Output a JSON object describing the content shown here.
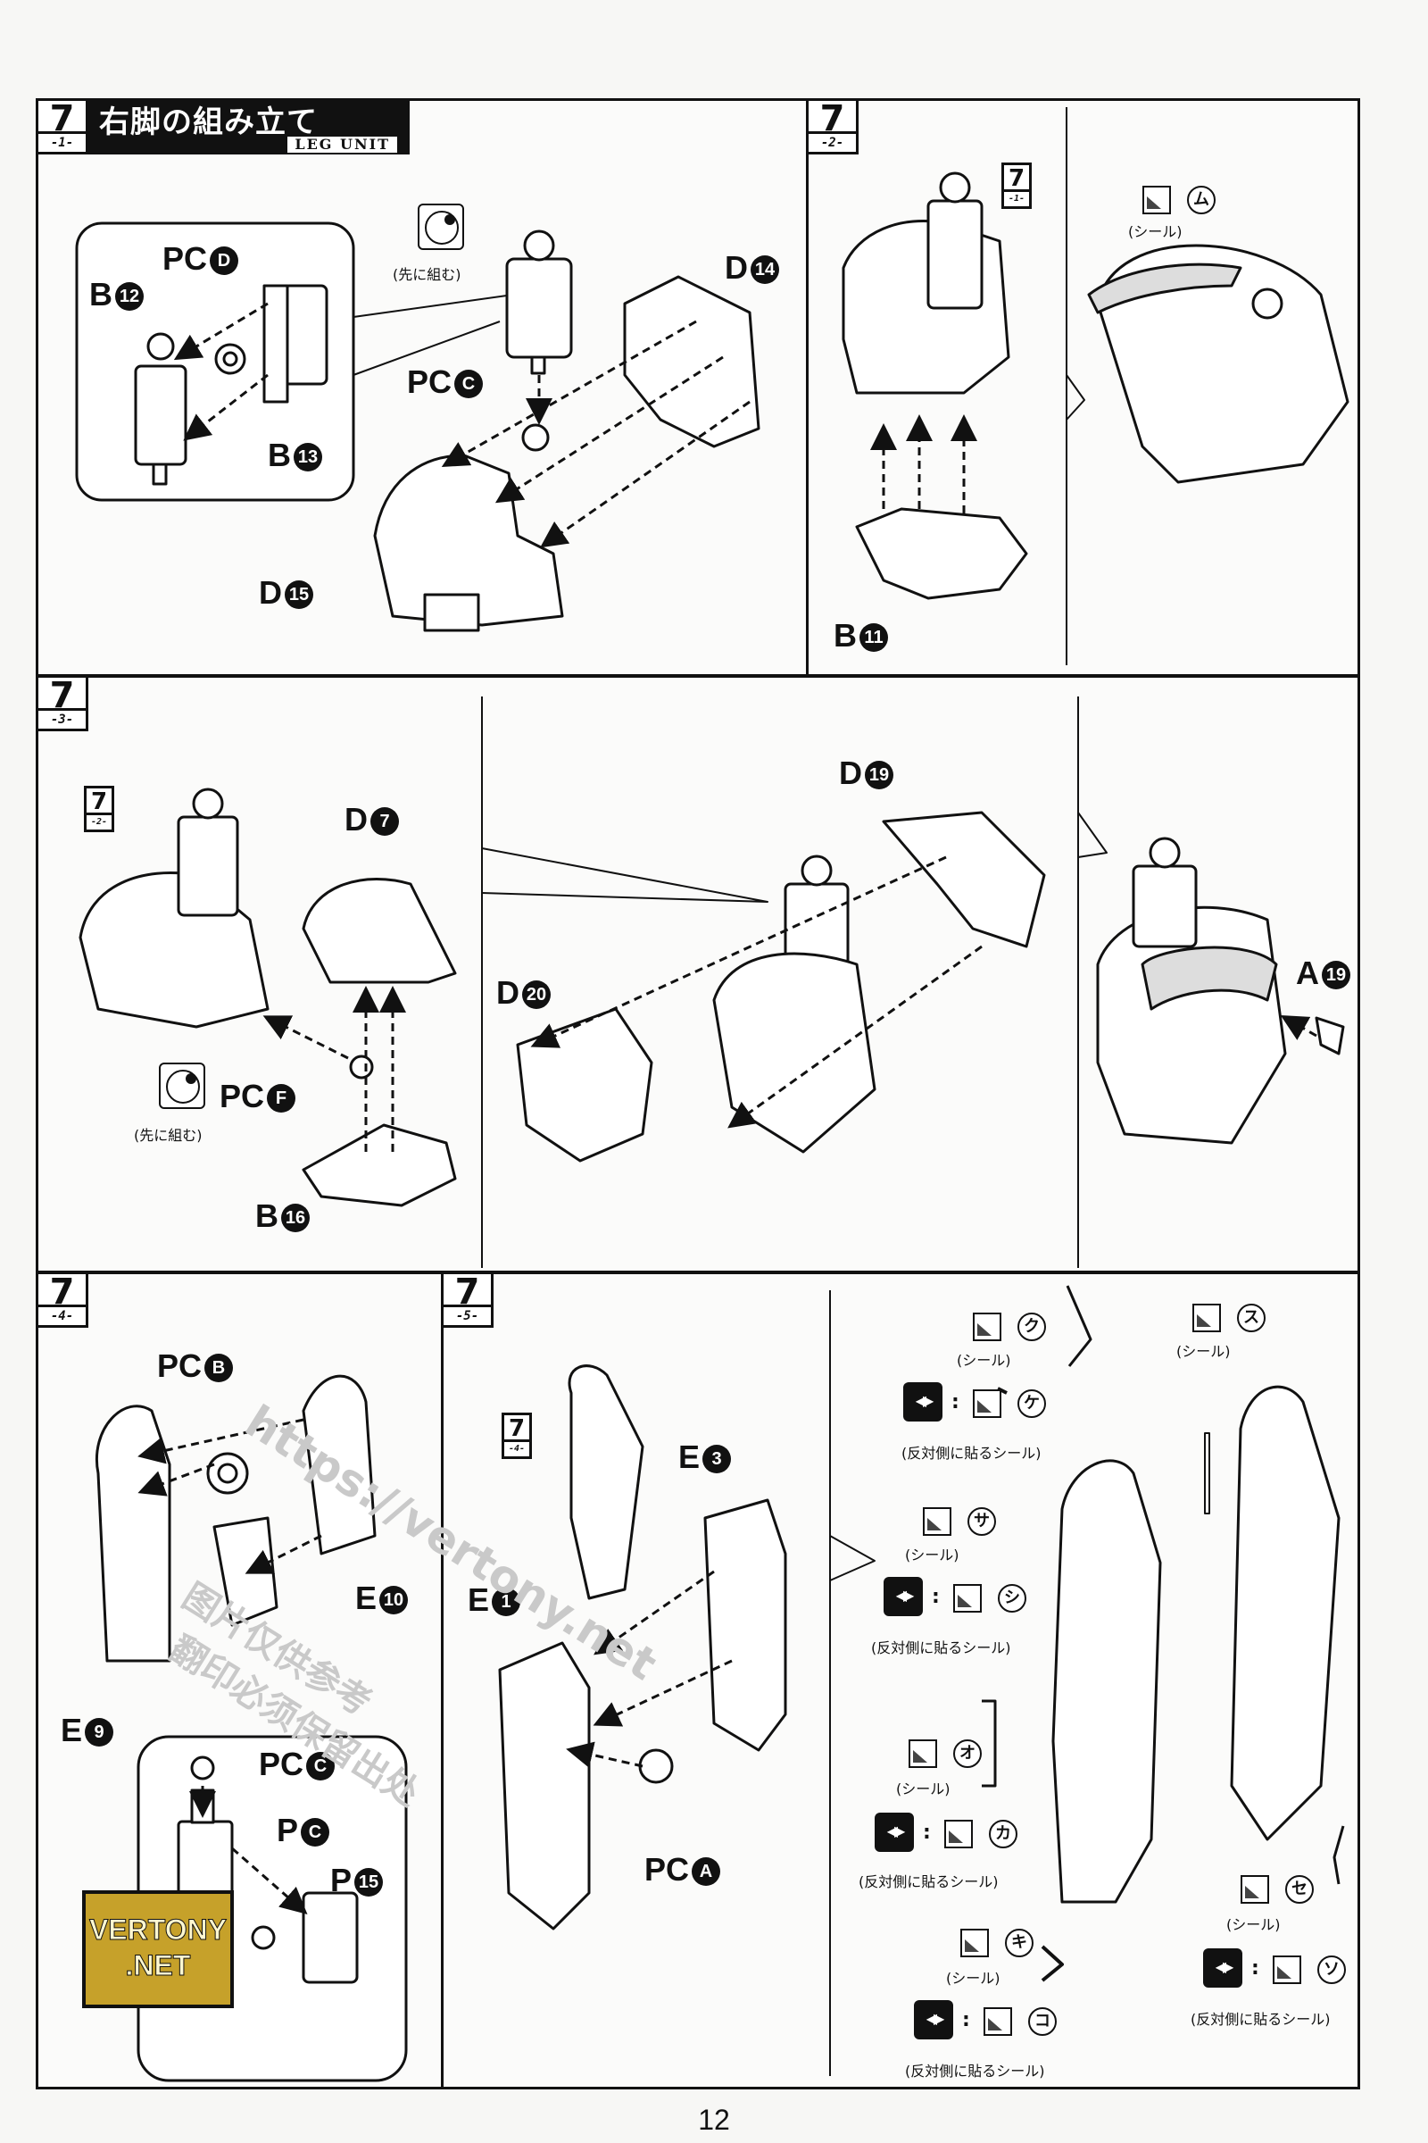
{
  "page_number": "12",
  "step_title_jp": "右脚の組み立て",
  "step_title_en": "LEG UNIT",
  "panels": {
    "p1": {
      "num": "7",
      "sub": "-1-"
    },
    "p2": {
      "num": "7",
      "sub": "-2-"
    },
    "p3": {
      "num": "7",
      "sub": "-3-"
    },
    "p4": {
      "num": "7",
      "sub": "-4-"
    },
    "p5": {
      "num": "7",
      "sub": "-5-"
    }
  },
  "refs": {
    "r71": {
      "num": "7",
      "sub": "-1-"
    },
    "r72": {
      "num": "7",
      "sub": "-2-"
    },
    "r74": {
      "num": "7",
      "sub": "-4-"
    }
  },
  "parts": {
    "pc_d": "PC",
    "pc_d_n": "D",
    "b12": "B",
    "b12_n": "12",
    "b13": "B",
    "b13_n": "13",
    "d14": "D",
    "d14_n": "14",
    "pc_c": "PC",
    "pc_c_n": "C",
    "d15": "D",
    "d15_n": "15",
    "b11": "B",
    "b11_n": "11",
    "d7": "D",
    "d7_n": "7",
    "d19": "D",
    "d19_n": "19",
    "d20": "D",
    "d20_n": "20",
    "a19": "A",
    "a19_n": "19",
    "pc_f": "PC",
    "pc_f_n": "F",
    "b16": "B",
    "b16_n": "16",
    "pc_b": "PC",
    "pc_b_n": "B",
    "e10": "E",
    "e10_n": "10",
    "e9": "E",
    "e9_n": "9",
    "pc_c2": "PC",
    "pc_c2_n": "C",
    "p_c": "P",
    "p_c_n": "C",
    "p15": "P",
    "p15_n": "15",
    "e3": "E",
    "e3_n": "3",
    "e1": "E",
    "e1_n": "1",
    "pc_a": "PC",
    "pc_a_n": "A"
  },
  "notes": {
    "assemble_first": "(先に組む)",
    "sticker": "(シール)",
    "opposite_side": "(反対側に貼るシール)",
    "colon": ":"
  },
  "kana": {
    "mu": "ム",
    "ku": "ク",
    "ke": "ケ",
    "su": "ス",
    "sa": "サ",
    "shi": "シ",
    "o": "オ",
    "ka": "カ",
    "ki": "キ",
    "ko": "コ",
    "se": "セ",
    "so": "ソ"
  },
  "watermark": {
    "url": "https://vertony.net",
    "cn1": "图片仅供参考",
    "cn2": "翻印必须保留出处"
  },
  "logo": {
    "line1": "VERTONY",
    ".net": ".NET"
  }
}
